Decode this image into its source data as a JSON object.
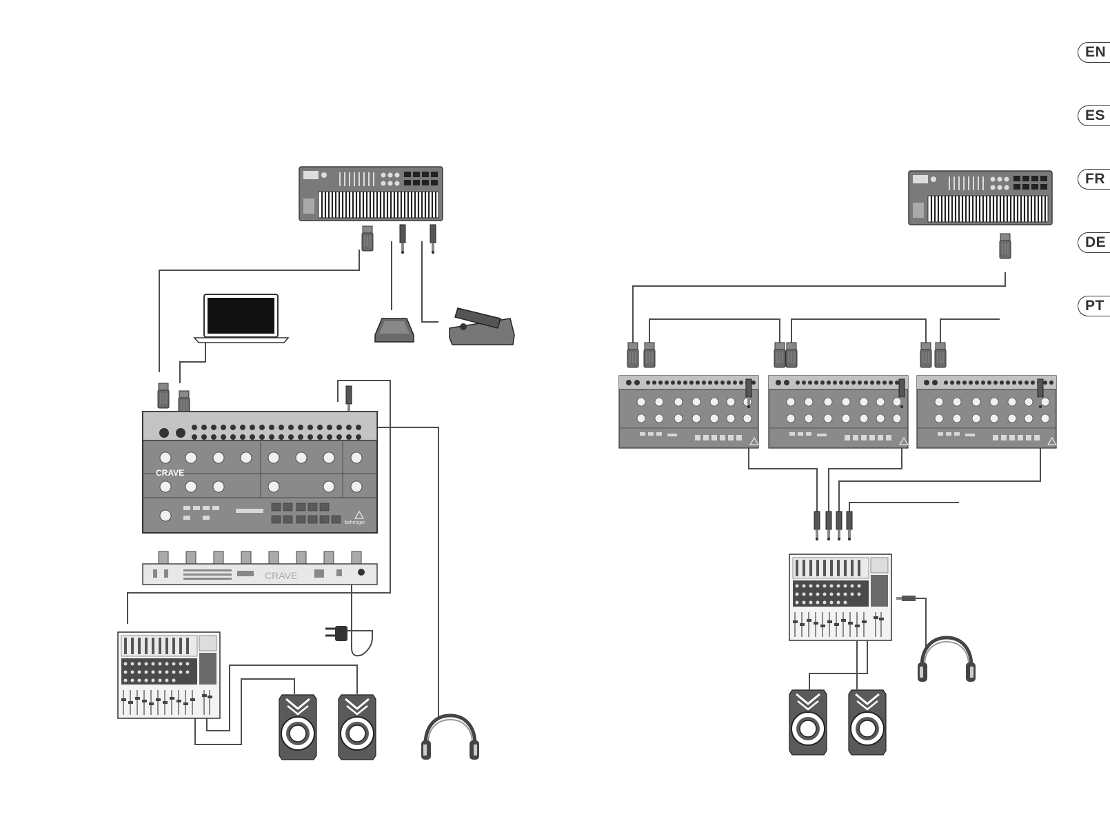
{
  "language_tabs": [
    {
      "code": "EN"
    },
    {
      "code": "ES"
    },
    {
      "code": "FR"
    },
    {
      "code": "DE"
    },
    {
      "code": "PT"
    }
  ],
  "device_labels": {
    "synth_logo": "CRAVE",
    "brand": "behringer"
  },
  "colors": {
    "device_body": "#7a7a7a",
    "device_dark": "#4a4a4a",
    "cable": "#4d4d4d",
    "outline": "#333333",
    "label_text": "#333333"
  },
  "icons": [
    "midi-keyboard-icon",
    "laptop-icon",
    "sustain-pedal-icon",
    "expression-pedal-icon",
    "synth-icon",
    "mixer-icon",
    "speaker-icon",
    "headphones-icon",
    "power-adapter-icon"
  ]
}
